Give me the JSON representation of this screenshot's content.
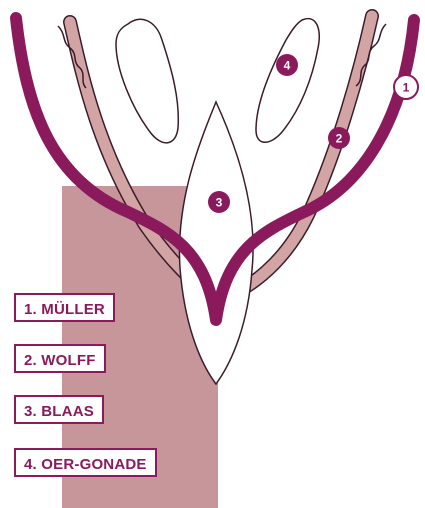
{
  "colors": {
    "muller": "#8b1a5c",
    "wolff": "#d2a4a4",
    "rect": "#c7969a",
    "outline": "#3c1c2a"
  },
  "markers": {
    "muller": "1",
    "wolff": "2",
    "bladder": "3",
    "gonad": "4"
  },
  "legend": [
    {
      "label": "1. MÜLLER"
    },
    {
      "label": "2. WOLFF"
    },
    {
      "label": "3. BLAAS"
    },
    {
      "label": "4. OER-GONADE"
    }
  ]
}
